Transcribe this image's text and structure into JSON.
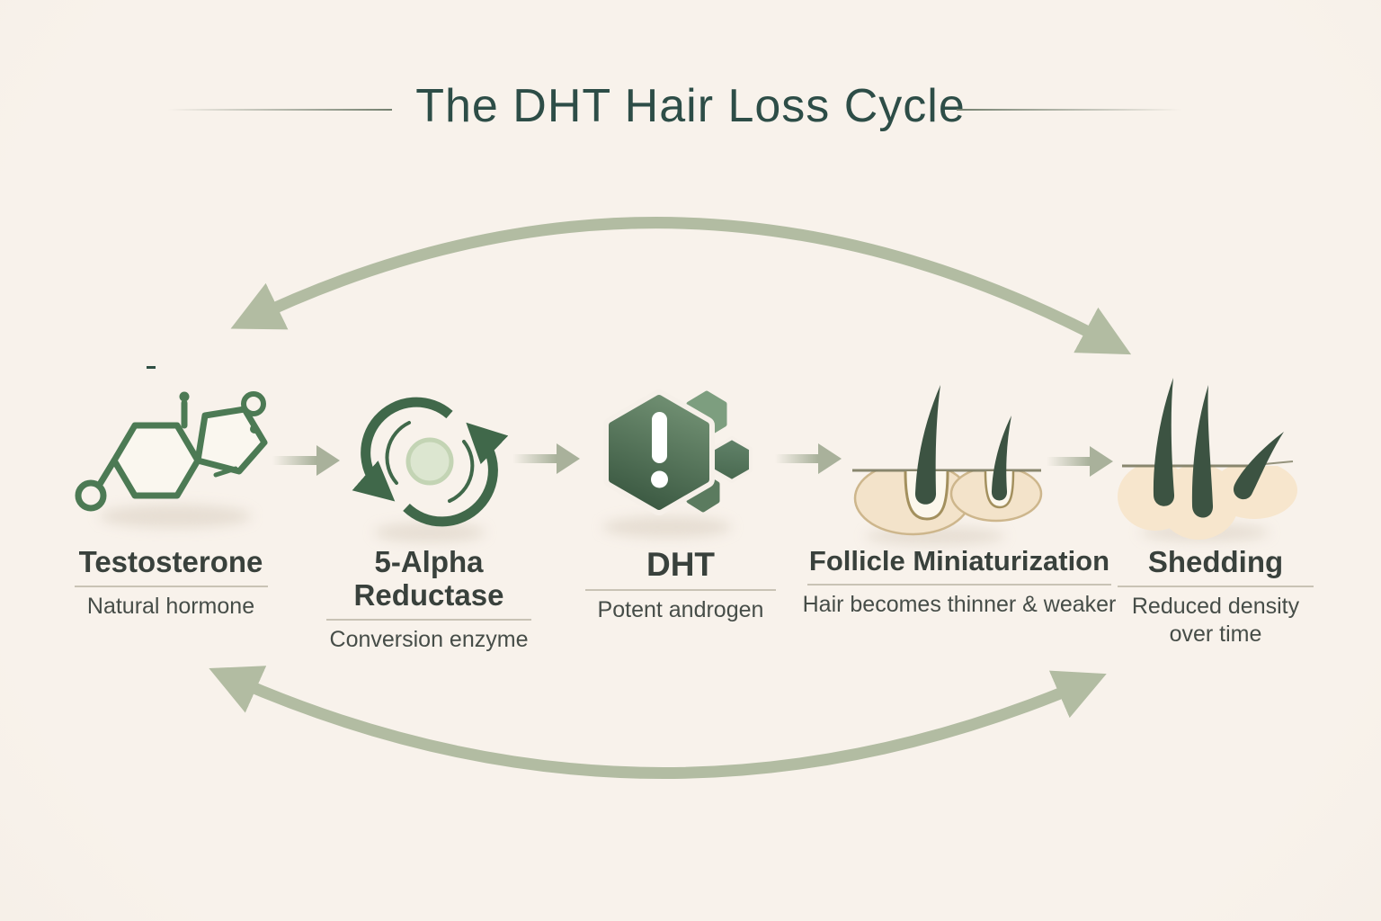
{
  "title": "The DHT Hair Loss Cycle",
  "stages": [
    {
      "title": "Testosterone",
      "subtitle": "Natural hormone",
      "icon": "testosterone-molecule-icon"
    },
    {
      "title": "5-Alpha Reductase",
      "subtitle": "Conversion enzyme",
      "icon": "conversion-cycle-icon"
    },
    {
      "title": "DHT",
      "subtitle": "Potent androgen",
      "icon": "dht-hexagon-alert-icon"
    },
    {
      "title": "Follicle Miniaturization",
      "subtitle": "Hair becomes thinner & weaker",
      "icon": "follicle-miniaturization-icon"
    },
    {
      "title": "Shedding",
      "subtitle": "Reduced density over time",
      "icon": "shedding-hairs-icon"
    }
  ],
  "colors": {
    "background": "#f6f0e9",
    "title_text": "#2d4d47",
    "heading_text": "#39413c",
    "subtitle_text": "#464d48",
    "divider": "#c9c3b5",
    "cycle_arrow_sage": "#b2bca2",
    "flow_arrow_sage": "#a9b19b",
    "icon_green_dark": "#40684a",
    "molecule_green": "#4c7a54",
    "hair_green": "#3c5342",
    "skin_beige": "#f3e3ca",
    "follicle_outline": "#a3905e"
  }
}
